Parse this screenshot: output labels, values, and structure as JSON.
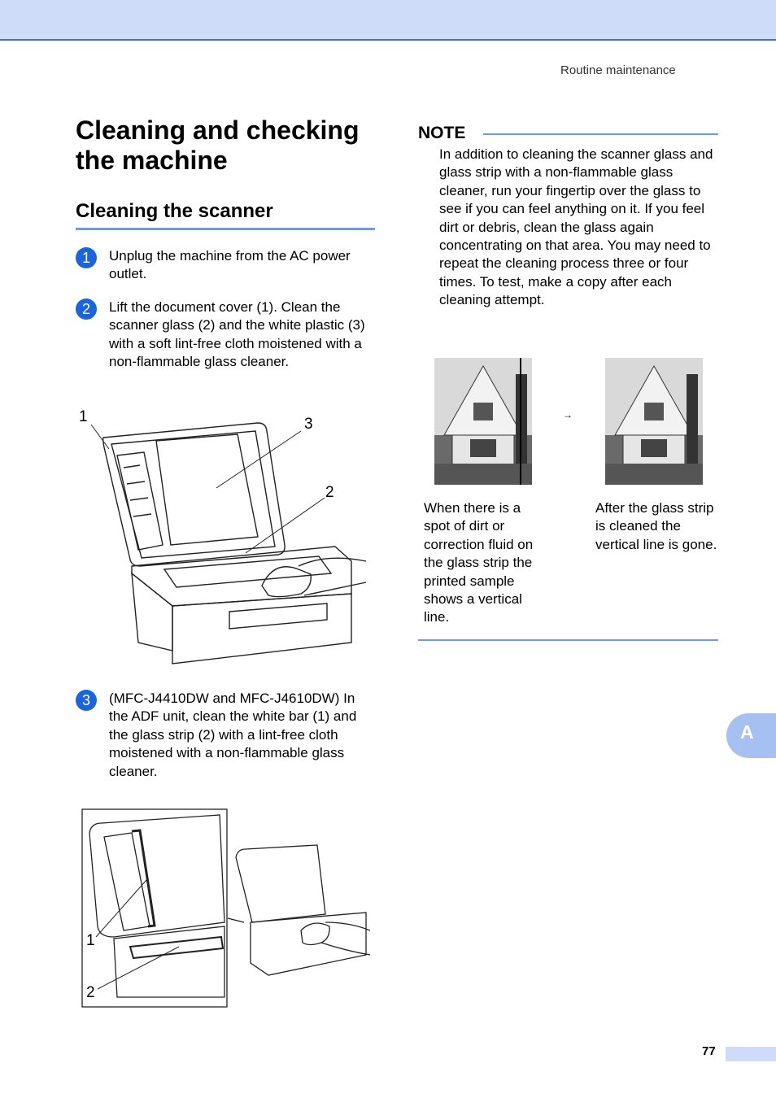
{
  "header": {
    "running_head": "Routine maintenance"
  },
  "title": "Cleaning and checking the machine",
  "section_title": "Cleaning the scanner",
  "steps": [
    {
      "num": "1",
      "text": "Unplug the machine from the AC power outlet."
    },
    {
      "num": "2",
      "text": "Lift the document cover (1). Clean the scanner glass (2) and the white plastic (3) with a soft lint-free cloth moistened with a non-flammable glass cleaner."
    },
    {
      "num": "3",
      "text": "(MFC-J4410DW and MFC-J4610DW) In the ADF unit, clean the white bar (1) and the glass strip (2) with a lint-free cloth moistened with a non-flammable glass cleaner."
    }
  ],
  "figure1_callouts": [
    "1",
    "3",
    "2"
  ],
  "figure2_callouts": [
    "1",
    "2"
  ],
  "note": {
    "heading": "NOTE",
    "text": "In addition to cleaning the scanner glass and glass strip with a non-flammable glass cleaner, run your fingertip over the glass to see if you can feel anything on it. If you feel dirt or debris, clean the glass again concentrating on that area. You may need to repeat the cleaning process three or four times. To test, make a copy after each cleaning attempt.",
    "arrow": "→",
    "caption_before": "When there is a spot of dirt or correction fluid on the glass strip the printed sample shows a vertical line.",
    "caption_after": "After the glass strip is cleaned the vertical line is gone."
  },
  "side_tab": "A",
  "page_number": "77",
  "colors": {
    "accent": "#1a64e0",
    "rule": "#6f9ae6",
    "band": "#cfdcf9",
    "tab": "#a6c0f2"
  }
}
